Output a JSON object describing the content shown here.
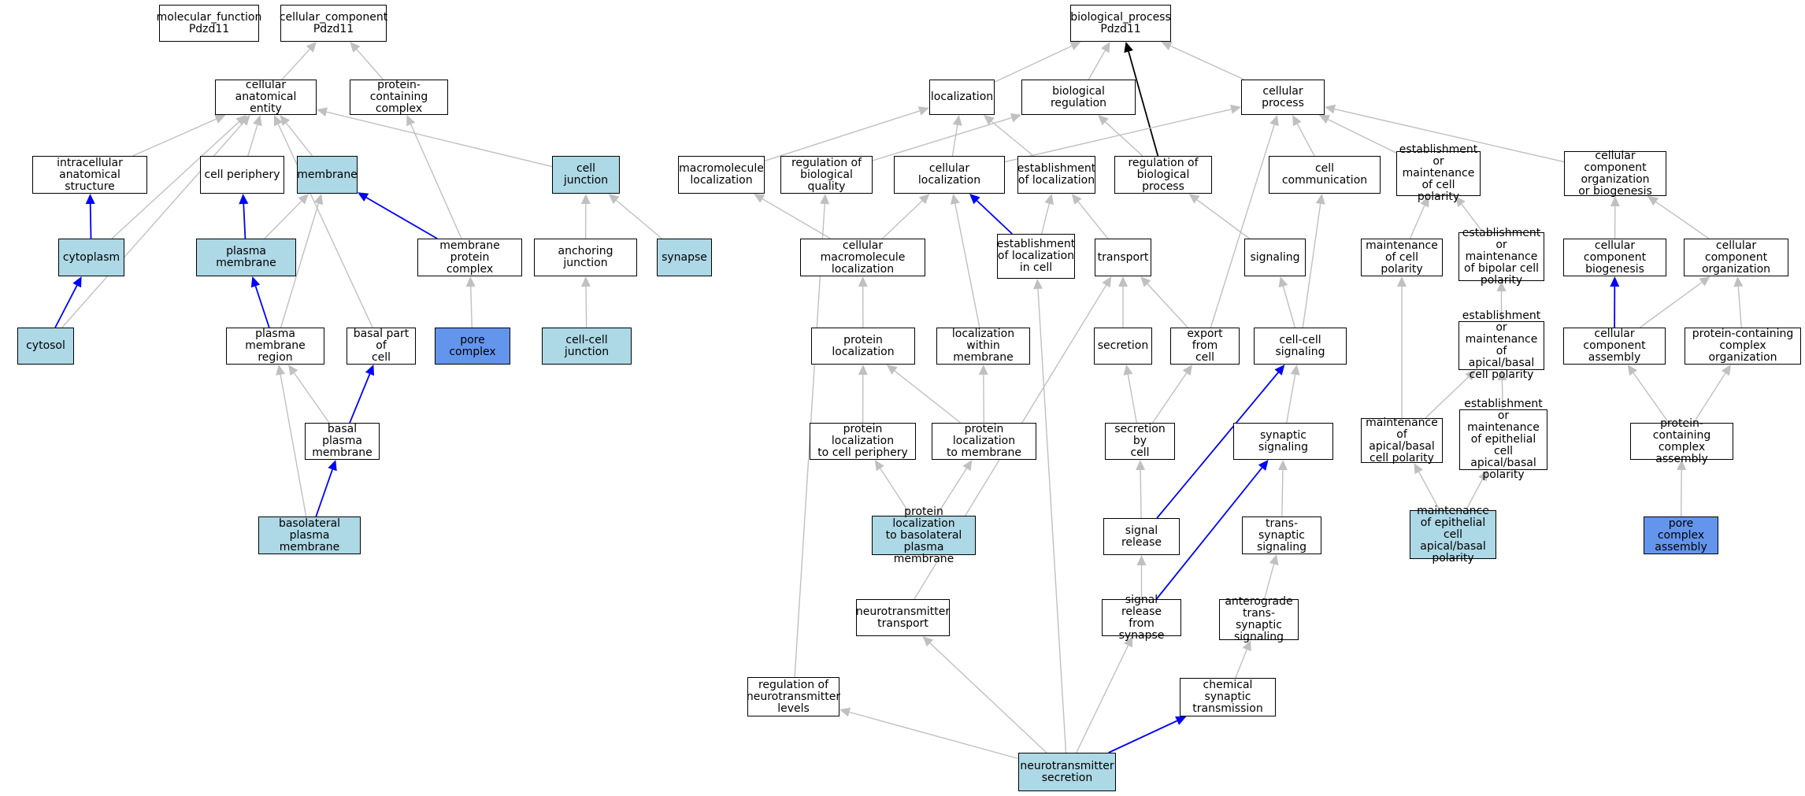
{
  "colors": {
    "plain": "#ffffff",
    "light": "#add8e6",
    "blue": "#6495ed",
    "edge_gray": "#c0c0c0",
    "edge_blue": "#0000ff",
    "edge_black": "#000000"
  },
  "nodes": [
    {
      "id": "mf",
      "label": "molecular_function\nPdzd11",
      "color": "plain"
    },
    {
      "id": "cc",
      "label": "cellular_component\nPdzd11",
      "color": "plain"
    },
    {
      "id": "bp",
      "label": "biological_process\nPdzd11",
      "color": "plain"
    },
    {
      "id": "cae",
      "label": "cellular anatomical\nentity",
      "color": "plain"
    },
    {
      "id": "pcc",
      "label": "protein-containing\ncomplex",
      "color": "plain"
    },
    {
      "id": "ias",
      "label": "intracellular\nanatomical structure",
      "color": "plain"
    },
    {
      "id": "cper",
      "label": "cell periphery",
      "color": "plain"
    },
    {
      "id": "mem",
      "label": "membrane",
      "color": "light"
    },
    {
      "id": "cj",
      "label": "cell junction",
      "color": "light"
    },
    {
      "id": "cyto",
      "label": "cytoplasm",
      "color": "light"
    },
    {
      "id": "pm",
      "label": "plasma membrane",
      "color": "light"
    },
    {
      "id": "mpc",
      "label": "membrane protein\ncomplex",
      "color": "plain"
    },
    {
      "id": "aj",
      "label": "anchoring junction",
      "color": "plain"
    },
    {
      "id": "syn",
      "label": "synapse",
      "color": "light"
    },
    {
      "id": "cytosol",
      "label": "cytosol",
      "color": "light"
    },
    {
      "id": "pmr",
      "label": "plasma membrane\nregion",
      "color": "plain"
    },
    {
      "id": "bpc",
      "label": "basal part of\ncell",
      "color": "plain"
    },
    {
      "id": "pore",
      "label": "pore complex",
      "color": "blue"
    },
    {
      "id": "ccj",
      "label": "cell-cell junction",
      "color": "light"
    },
    {
      "id": "bpm",
      "label": "basal plasma\nmembrane",
      "color": "plain"
    },
    {
      "id": "blpm",
      "label": "basolateral\nplasma membrane",
      "color": "light"
    },
    {
      "id": "loc",
      "label": "localization",
      "color": "plain"
    },
    {
      "id": "breg",
      "label": "biological regulation",
      "color": "plain"
    },
    {
      "id": "cproc",
      "label": "cellular process",
      "color": "plain"
    },
    {
      "id": "mloc",
      "label": "macromolecule\nlocalization",
      "color": "plain"
    },
    {
      "id": "rbq",
      "label": "regulation of\nbiological quality",
      "color": "plain"
    },
    {
      "id": "cloc",
      "label": "cellular localization",
      "color": "plain"
    },
    {
      "id": "eloc",
      "label": "establishment\nof localization",
      "color": "plain"
    },
    {
      "id": "rbp",
      "label": "regulation of\nbiological process",
      "color": "plain"
    },
    {
      "id": "ccom",
      "label": "cell communication",
      "color": "plain"
    },
    {
      "id": "emcp",
      "label": "establishment\nor maintenance\nof cell polarity",
      "color": "plain"
    },
    {
      "id": "ccob",
      "label": "cellular component\norganization\nor biogenesis",
      "color": "plain"
    },
    {
      "id": "cmloc",
      "label": "cellular macromolecule\nlocalization",
      "color": "plain"
    },
    {
      "id": "eloccell",
      "label": "establishment\nof localization\nin cell",
      "color": "plain"
    },
    {
      "id": "trans",
      "label": "transport",
      "color": "plain"
    },
    {
      "id": "sig",
      "label": "signaling",
      "color": "plain"
    },
    {
      "id": "mcp",
      "label": "maintenance\nof cell polarity",
      "color": "plain"
    },
    {
      "id": "embcp",
      "label": "establishment\nor maintenance\nof bipolar cell\npolarity",
      "color": "plain"
    },
    {
      "id": "ccb",
      "label": "cellular component\nbiogenesis",
      "color": "plain"
    },
    {
      "id": "cco",
      "label": "cellular component\norganization",
      "color": "plain"
    },
    {
      "id": "ploc",
      "label": "protein localization",
      "color": "plain"
    },
    {
      "id": "locwm",
      "label": "localization\nwithin membrane",
      "color": "plain"
    },
    {
      "id": "secr",
      "label": "secretion",
      "color": "plain"
    },
    {
      "id": "efc",
      "label": "export from\ncell",
      "color": "plain"
    },
    {
      "id": "ccsig",
      "label": "cell-cell signaling",
      "color": "plain"
    },
    {
      "id": "emabcp",
      "label": "establishment\nor maintenance\nof apical/basal\ncell polarity",
      "color": "plain"
    },
    {
      "id": "cca",
      "label": "cellular component\nassembly",
      "color": "plain"
    },
    {
      "id": "pcco",
      "label": "protein-containing\ncomplex organization",
      "color": "plain"
    },
    {
      "id": "plcp",
      "label": "protein localization\nto cell periphery",
      "color": "plain"
    },
    {
      "id": "plm",
      "label": "protein localization\nto membrane",
      "color": "plain"
    },
    {
      "id": "sbc",
      "label": "secretion by\ncell",
      "color": "plain"
    },
    {
      "id": "synsig",
      "label": "synaptic signaling",
      "color": "plain"
    },
    {
      "id": "mabcp",
      "label": "maintenance\nof apical/basal\ncell polarity",
      "color": "plain"
    },
    {
      "id": "emecp",
      "label": "establishment\nor maintenance\nof epithelial\ncell apical/basal\npolarity",
      "color": "plain"
    },
    {
      "id": "pcca",
      "label": "protein-containing\ncomplex assembly",
      "color": "plain"
    },
    {
      "id": "plbm",
      "label": "protein localization\nto basolateral\nplasma membrane",
      "color": "light"
    },
    {
      "id": "sr",
      "label": "signal release",
      "color": "plain"
    },
    {
      "id": "tss",
      "label": "trans-synaptic\nsignaling",
      "color": "plain"
    },
    {
      "id": "mecp",
      "label": "maintenance\nof epithelial\ncell apical/basal\npolarity",
      "color": "light"
    },
    {
      "id": "pca",
      "label": "pore complex\nassembly",
      "color": "blue"
    },
    {
      "id": "nt",
      "label": "neurotransmitter\ntransport",
      "color": "plain"
    },
    {
      "id": "srs",
      "label": "signal release\nfrom synapse",
      "color": "plain"
    },
    {
      "id": "atss",
      "label": "anterograde\ntrans-synaptic\nsignaling",
      "color": "plain"
    },
    {
      "id": "rntl",
      "label": "regulation of\nneurotransmitter\nlevels",
      "color": "plain"
    },
    {
      "id": "cst",
      "label": "chemical synaptic\ntransmission",
      "color": "plain"
    },
    {
      "id": "ns",
      "label": "neurotransmitter\nsecretion",
      "color": "light"
    }
  ],
  "edges": [
    {
      "from": "cae",
      "to": "cc",
      "color": "gray"
    },
    {
      "from": "pcc",
      "to": "cc",
      "color": "gray"
    },
    {
      "from": "ias",
      "to": "cae",
      "color": "gray"
    },
    {
      "from": "cper",
      "to": "cae",
      "color": "gray"
    },
    {
      "from": "mem",
      "to": "cae",
      "color": "gray"
    },
    {
      "from": "cj",
      "to": "cae",
      "color": "gray"
    },
    {
      "from": "cyto",
      "to": "cae",
      "color": "gray"
    },
    {
      "from": "cytosol",
      "to": "cae",
      "color": "gray"
    },
    {
      "from": "bpc",
      "to": "cae",
      "color": "gray"
    },
    {
      "from": "cyto",
      "to": "ias",
      "color": "blue"
    },
    {
      "from": "cytosol",
      "to": "cyto",
      "color": "blue"
    },
    {
      "from": "pm",
      "to": "cper",
      "color": "blue"
    },
    {
      "from": "pm",
      "to": "mem",
      "color": "gray"
    },
    {
      "from": "mpc",
      "to": "mem",
      "color": "blue"
    },
    {
      "from": "mpc",
      "to": "pcc",
      "color": "gray"
    },
    {
      "from": "pmr",
      "to": "mem",
      "color": "gray"
    },
    {
      "from": "bpm",
      "to": "pmr",
      "color": "gray"
    },
    {
      "from": "bpm",
      "to": "bpc",
      "color": "blue"
    },
    {
      "from": "pmr",
      "to": "pm",
      "color": "blue"
    },
    {
      "from": "blpm",
      "to": "pmr",
      "color": "gray"
    },
    {
      "from": "blpm",
      "to": "bpm",
      "color": "blue"
    },
    {
      "from": "pore",
      "to": "mpc",
      "color": "gray"
    },
    {
      "from": "aj",
      "to": "cj",
      "color": "gray"
    },
    {
      "from": "syn",
      "to": "cj",
      "color": "gray"
    },
    {
      "from": "ccj",
      "to": "aj",
      "color": "gray"
    },
    {
      "from": "loc",
      "to": "bp",
      "color": "gray"
    },
    {
      "from": "breg",
      "to": "bp",
      "color": "gray"
    },
    {
      "from": "cproc",
      "to": "bp",
      "color": "gray"
    },
    {
      "from": "rbp",
      "to": "bp",
      "color": "black"
    },
    {
      "from": "mloc",
      "to": "loc",
      "color": "gray"
    },
    {
      "from": "cloc",
      "to": "loc",
      "color": "gray"
    },
    {
      "from": "eloc",
      "to": "loc",
      "color": "gray"
    },
    {
      "from": "rbq",
      "to": "breg",
      "color": "gray"
    },
    {
      "from": "rbp",
      "to": "breg",
      "color": "gray"
    },
    {
      "from": "cloc",
      "to": "cproc",
      "color": "gray"
    },
    {
      "from": "ccom",
      "to": "cproc",
      "color": "gray"
    },
    {
      "from": "emcp",
      "to": "cproc",
      "color": "gray"
    },
    {
      "from": "ccob",
      "to": "cproc",
      "color": "gray"
    },
    {
      "from": "efc",
      "to": "cproc",
      "color": "gray"
    },
    {
      "from": "cmloc",
      "to": "mloc",
      "color": "gray"
    },
    {
      "from": "cmloc",
      "to": "cloc",
      "color": "gray"
    },
    {
      "from": "locwm",
      "to": "cloc",
      "color": "gray"
    },
    {
      "from": "eloccell",
      "to": "cloc",
      "color": "blue"
    },
    {
      "from": "eloccell",
      "to": "eloc",
      "color": "gray"
    },
    {
      "from": "trans",
      "to": "eloc",
      "color": "gray"
    },
    {
      "from": "sig",
      "to": "rbp",
      "color": "gray"
    },
    {
      "from": "ccsig",
      "to": "ccom",
      "color": "gray"
    },
    {
      "from": "mcp",
      "to": "emcp",
      "color": "gray"
    },
    {
      "from": "embcp",
      "to": "emcp",
      "color": "gray"
    },
    {
      "from": "ccb",
      "to": "ccob",
      "color": "gray"
    },
    {
      "from": "cco",
      "to": "ccob",
      "color": "gray"
    },
    {
      "from": "ploc",
      "to": "cmloc",
      "color": "gray"
    },
    {
      "from": "secr",
      "to": "trans",
      "color": "gray"
    },
    {
      "from": "efc",
      "to": "trans",
      "color": "gray"
    },
    {
      "from": "ccsig",
      "to": "sig",
      "color": "gray"
    },
    {
      "from": "emabcp",
      "to": "embcp",
      "color": "gray"
    },
    {
      "from": "cca",
      "to": "ccb",
      "color": "blue"
    },
    {
      "from": "cca",
      "to": "cco",
      "color": "gray"
    },
    {
      "from": "pcco",
      "to": "cco",
      "color": "gray"
    },
    {
      "from": "plcp",
      "to": "ploc",
      "color": "gray"
    },
    {
      "from": "plm",
      "to": "ploc",
      "color": "gray"
    },
    {
      "from": "plm",
      "to": "locwm",
      "color": "gray"
    },
    {
      "from": "sbc",
      "to": "secr",
      "color": "gray"
    },
    {
      "from": "sbc",
      "to": "efc",
      "color": "gray"
    },
    {
      "from": "synsig",
      "to": "ccsig",
      "color": "gray"
    },
    {
      "from": "mabcp",
      "to": "mcp",
      "color": "gray"
    },
    {
      "from": "mabcp",
      "to": "emabcp",
      "color": "gray"
    },
    {
      "from": "emecp",
      "to": "emabcp",
      "color": "gray"
    },
    {
      "from": "pcca",
      "to": "cca",
      "color": "gray"
    },
    {
      "from": "pcca",
      "to": "pcco",
      "color": "gray"
    },
    {
      "from": "plbm",
      "to": "plcp",
      "color": "gray"
    },
    {
      "from": "plbm",
      "to": "plm",
      "color": "gray"
    },
    {
      "from": "sr",
      "to": "sbc",
      "color": "gray"
    },
    {
      "from": "sr",
      "to": "ccsig",
      "color": "blue"
    },
    {
      "from": "tss",
      "to": "synsig",
      "color": "gray"
    },
    {
      "from": "mecp",
      "to": "mabcp",
      "color": "gray"
    },
    {
      "from": "mecp",
      "to": "emecp",
      "color": "gray"
    },
    {
      "from": "pca",
      "to": "pcca",
      "color": "gray"
    },
    {
      "from": "nt",
      "to": "trans",
      "color": "gray"
    },
    {
      "from": "srs",
      "to": "sr",
      "color": "gray"
    },
    {
      "from": "srs",
      "to": "synsig",
      "color": "blue"
    },
    {
      "from": "atss",
      "to": "tss",
      "color": "gray"
    },
    {
      "from": "rntl",
      "to": "rbq",
      "color": "gray"
    },
    {
      "from": "cst",
      "to": "atss",
      "color": "gray"
    },
    {
      "from": "ns",
      "to": "nt",
      "color": "gray"
    },
    {
      "from": "ns",
      "to": "srs",
      "color": "gray"
    },
    {
      "from": "ns",
      "to": "rntl",
      "color": "gray"
    },
    {
      "from": "ns",
      "to": "cst",
      "color": "blue"
    },
    {
      "from": "ns",
      "to": "eloccell",
      "color": "gray"
    }
  ]
}
